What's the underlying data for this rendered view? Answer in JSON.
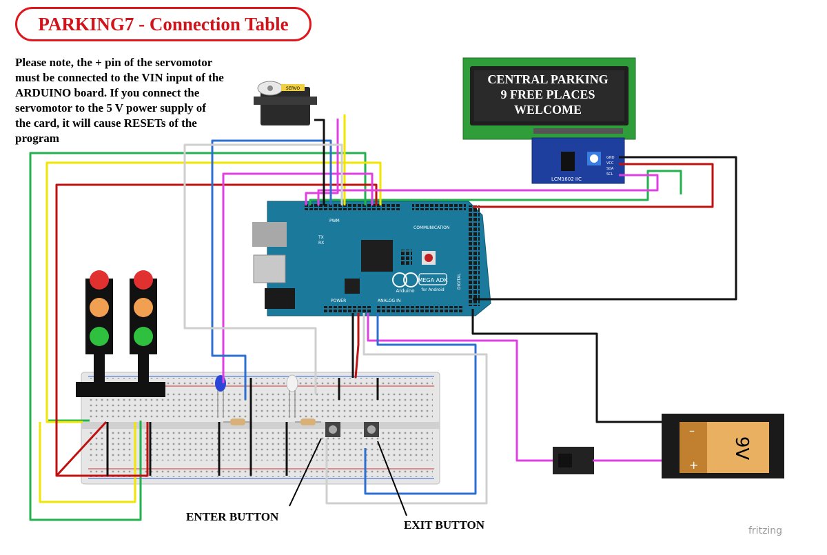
{
  "title": "PARKING7 - Connection Table",
  "note_lines": [
    "Please note, the + pin of the servomotor",
    "must be connected to the VIN input of the",
    "ARDUINO board. If you connect the",
    "servomotor to the 5 V power supply of",
    "the card, it will cause RESETs of the",
    "program"
  ],
  "lcd": {
    "lines": [
      "CENTRAL PARKING",
      "9 FREE PLACES",
      "WELCOME"
    ],
    "i2c_module_label": "LCM1602 IIC",
    "pins": [
      "GND",
      "VCC",
      "SDA",
      "SCL"
    ]
  },
  "servo_label": "SERVO",
  "arduino": {
    "board_label": "MEGA ADK",
    "board_sublabel": "for Android",
    "brand": "Arduino",
    "section_labels": [
      "PWM",
      "COMMUNICATION",
      "ANALOG IN",
      "POWER",
      "DIGITAL",
      "TX",
      "RX"
    ]
  },
  "battery_label": "9V",
  "annotations": {
    "enter": "ENTER BUTTON",
    "exit": "EXIT BUTTON"
  },
  "brand": "fritzing",
  "colors": {
    "title_red": "#e0161d",
    "wire_green": "#22b14c",
    "wire_yellow": "#f2e600",
    "wire_red": "#c01010",
    "wire_magenta": "#e040e0",
    "wire_blue": "#2d6fcf",
    "wire_black": "#111111",
    "wire_white": "#cfcfcf",
    "board_teal": "#1b7a9c",
    "lcd_green": "#2e9d3a"
  }
}
